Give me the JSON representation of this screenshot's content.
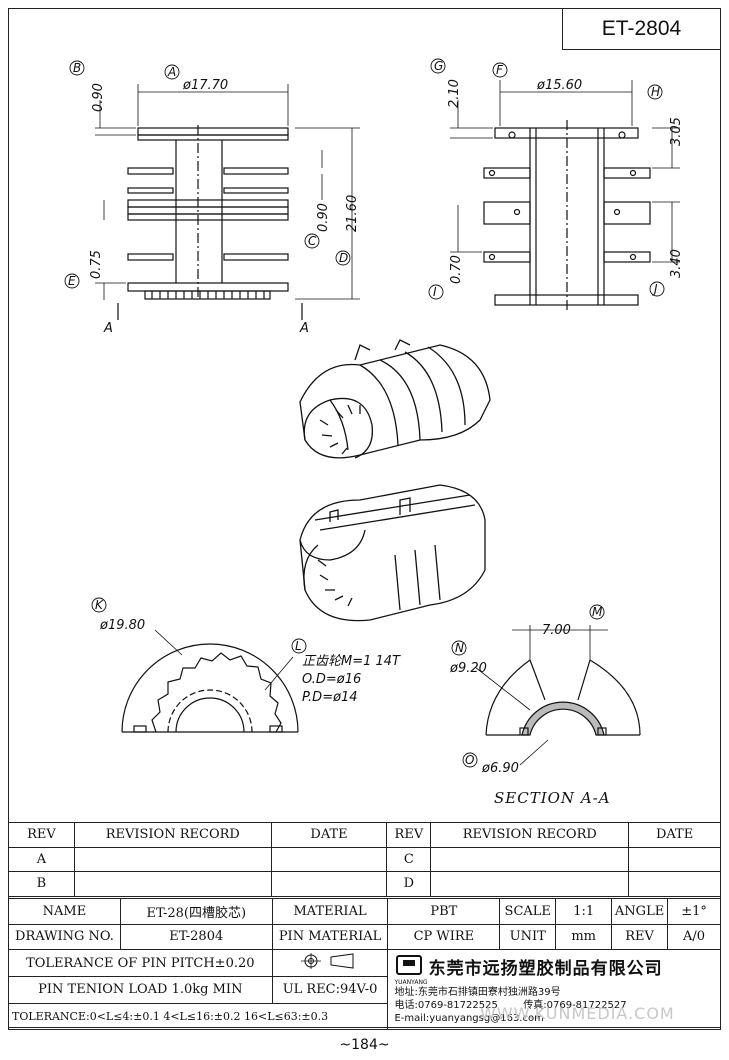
{
  "drawing_title": "ET-2804",
  "dims": {
    "A": "ø17.70",
    "B": "0.90",
    "C": "0.90",
    "D": "21.60",
    "E": "0.75",
    "F": "ø15.60",
    "G": "2.10",
    "H": "3.05",
    "I": "0.70",
    "J": "3.40",
    "K": "ø19.80",
    "M": "7.00",
    "N": "ø9.20",
    "O": "ø6.90"
  },
  "section_mark": "A",
  "gear_note": [
    "正齿轮M=1 14T",
    "O.D=ø16",
    "P.D=ø14"
  ],
  "section_title": "SECTION A-A",
  "revision": {
    "headers": [
      "REV",
      "REVISION RECORD",
      "DATE",
      "REV",
      "REVISION RECORD",
      "DATE"
    ],
    "rows": [
      [
        "A",
        "",
        "",
        "C",
        "",
        ""
      ],
      [
        "B",
        "",
        "",
        "D",
        "",
        ""
      ]
    ]
  },
  "spec": {
    "name_label": "NAME",
    "name_value": "ET-28(四槽胶芯)",
    "material_label": "MATERIAL",
    "material_value": "PBT",
    "scale_label": "SCALE",
    "scale_value": "1:1",
    "angle_label": "ANGLE",
    "angle_value": "±1°",
    "drawing_no_label": "DRAWING NO.",
    "drawing_no_value": "ET-2804",
    "pin_material_label": "PIN MATERIAL",
    "pin_material_value": "CP WIRE",
    "unit_label": "UNIT",
    "unit_value": "mm",
    "rev_label": "REV",
    "rev_value": "A/0",
    "pin_pitch": "TOLERANCE OF PIN PITCH±0.20",
    "pin_tension": "PIN TENION LOAD 1.0kg MIN",
    "ul": "UL REC:94V-0",
    "tolerance": "TOLERANCE:0<L≤4:±0.1  4<L≤16:±0.2  16<L≤63:±0.3"
  },
  "company": {
    "logo_text": "YUANYANG",
    "name": "东莞市远扬塑胶制品有限公司",
    "address": "地址:东莞市石排镇田寮村独洲路39号",
    "phone": "电话:0769-81722525",
    "fax": "传真:0769-81722527",
    "email": "E-mail:yuanyangsg@163.com"
  },
  "watermark": "WWW.KUNMEDIA.COM",
  "page_number": "~184~"
}
